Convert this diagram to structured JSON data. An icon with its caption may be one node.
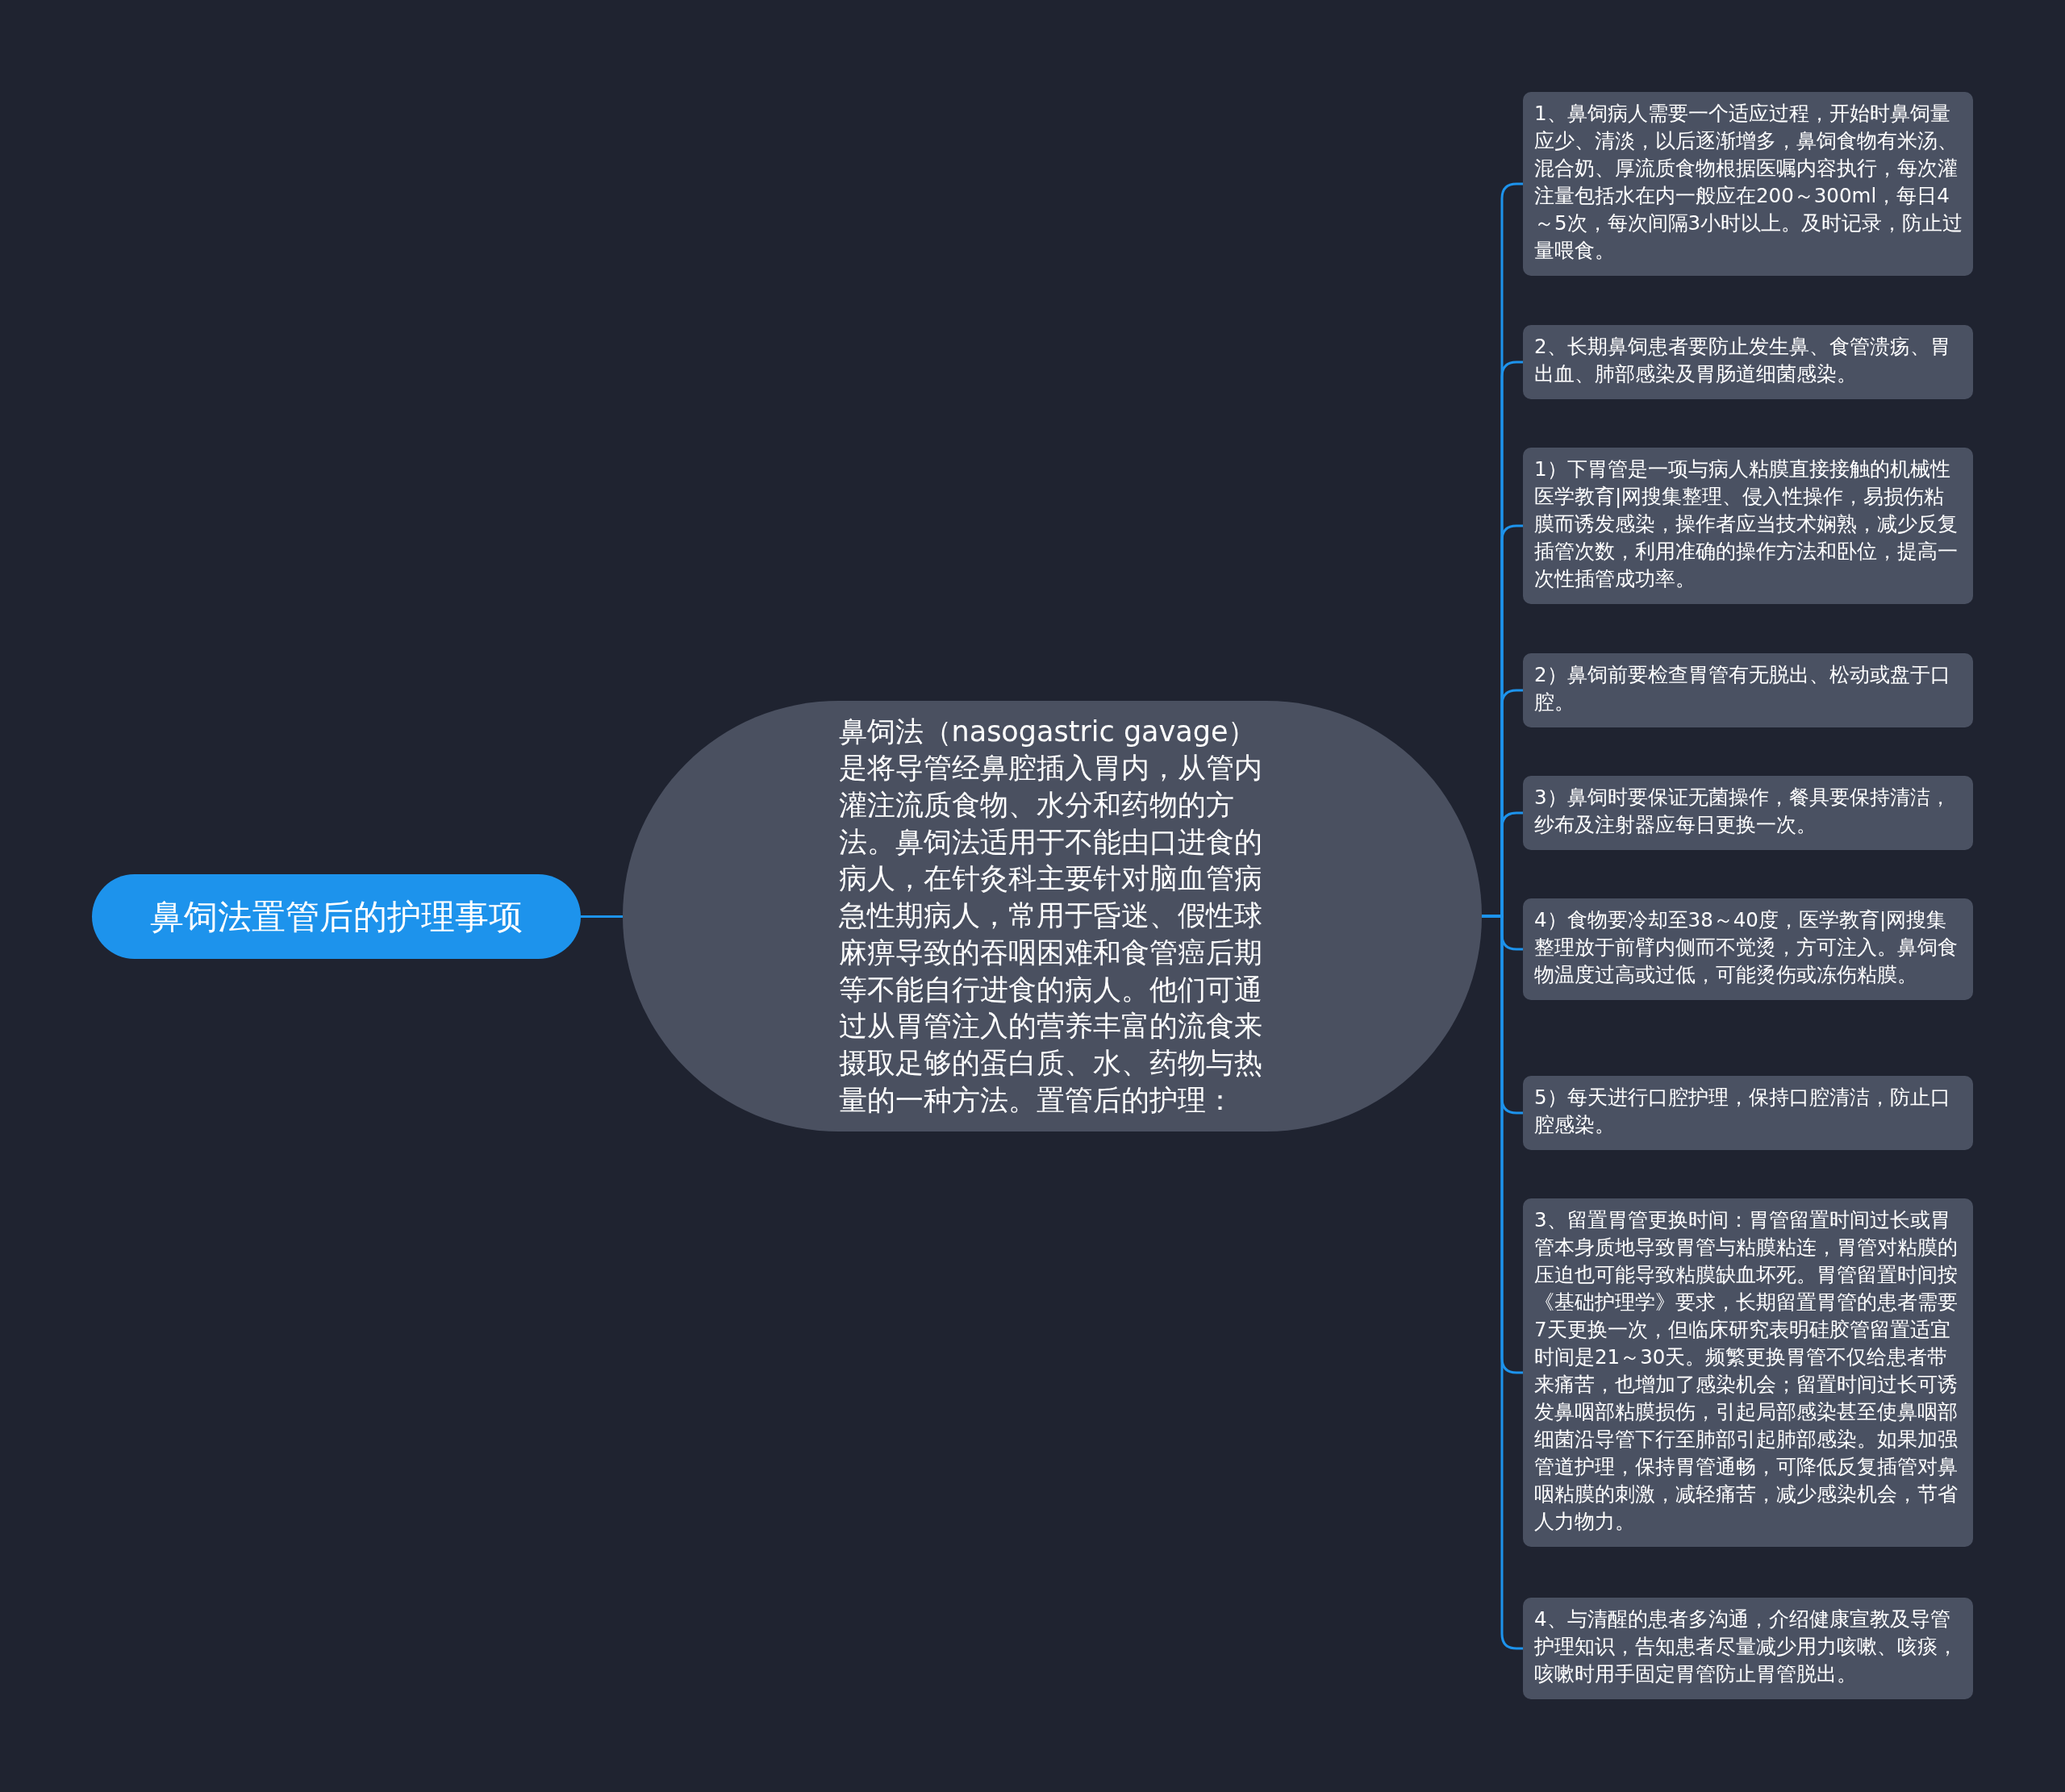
{
  "diagram": {
    "nodes": [
      {
        "text": [
          "鼻饲法置管后的护理事项"
        ]
      },
      {
        "text": [
          "鼻饲法（nasogastric gavage）是将导管经鼻腔插入胃内，从管内灌注流质食物、水分和药物的方法。鼻饲法适用于不能由口进食的病人，在针灸科主要针对脑血管病急性期病人，常用于昏迷、假性球麻痹导致的吞咽困难和食管癌后期等不能自行进食的病人。他们可通过从胃管注入的营养丰富的流食来摄取足够的蛋白质、水、药物与热量的一种方法。置管后的护理："
        ]
      },
      {
        "text": [
          "1、鼻饲病人需要一个适应过程，开始时鼻饲量应少、清淡，以后逐渐增多，鼻饲食物有米汤、混合奶、厚流质食物根据医嘱内容执行，每次灌注量包括水在内一般应在200～300ml，每日4～5次，每次间隔3小时以上。及时记录，防止过量喂食。"
        ]
      },
      {
        "text": [
          "2、长期鼻饲患者要防止发生鼻、食管溃疡、胃出血、肺部感染及胃肠道细菌感染。"
        ]
      },
      {
        "text": [
          "1）下胃管是一项与病人粘膜直接接触的机械性医学教育|网搜集整理、侵入性操作，易损伤粘膜而诱发感染，操作者应当技术娴熟，减少反复插管次数，利用准确的操作方法和卧位，提高一次性插管成功率。"
        ]
      },
      {
        "text": [
          "2）鼻饲前要检查胃管有无脱出、松动或盘于口腔。"
        ]
      },
      {
        "text": [
          "3）鼻饲时要保证无菌操作，餐具要保持清洁，纱布及注射器应每日更换一次。"
        ]
      },
      {
        "text": [
          "4）食物要冷却至38～40度，医学教育|网搜集整理放于前臂内侧而不觉烫，方可注入。鼻饲食物温度过高或过低，可能烫伤或冻伤粘膜。"
        ]
      },
      {
        "text": [
          "5）每天进行口腔护理，保持口腔清洁，防止口腔感染。"
        ]
      },
      {
        "text": [
          "3、留置胃管更换时间：胃管留置时间过长或胃管本身质地导致胃管与粘膜粘连，胃管对粘膜的压迫也可能导致粘膜缺血坏死。胃管留置时间按《基础护理学》要求，长期留置胃管的患者需要7天更换一次，但临床研究表明硅胶管留置适宜时间是21～30天。频繁更换胃管不仅给患者带来痛苦，也增加了感染机会；留置时间过长可诱发鼻咽部粘膜损伤，引起局部感染甚至使鼻咽部细菌沿导管下行至肺部引起肺部感染。如果加强管道护理，保持胃管通畅，可降低反复插管对鼻咽粘膜的刺激，减轻痛苦，减少感染机会，节省人力物力。"
        ]
      },
      {
        "text": [
          "4、与清醒的患者多沟通，介绍健康宣教及导管护理知识，告知患者尽量减少用力咳嗽、咳痰，咳嗽时用手固定胃管防止胃管脱出。"
        ]
      }
    ],
    "edges": [
      {
        "from": 0,
        "to": 1,
        "arrow": "none"
      },
      {
        "from": 1,
        "to": 2,
        "arrow": "none"
      },
      {
        "from": 1,
        "to": 3,
        "arrow": "none"
      },
      {
        "from": 1,
        "to": 4,
        "arrow": "none"
      },
      {
        "from": 1,
        "to": 5,
        "arrow": "none"
      },
      {
        "from": 1,
        "to": 6,
        "arrow": "none"
      },
      {
        "from": 1,
        "to": 7,
        "arrow": "none"
      },
      {
        "from": 1,
        "to": 8,
        "arrow": "none"
      },
      {
        "from": 1,
        "to": 9,
        "arrow": "none"
      },
      {
        "from": 1,
        "to": 10,
        "arrow": "none"
      }
    ]
  }
}
